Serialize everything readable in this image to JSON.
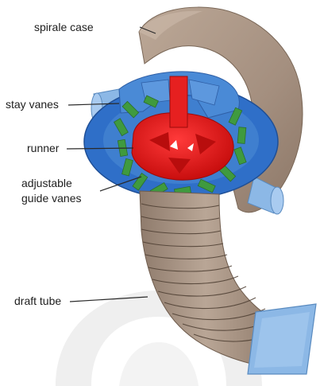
{
  "labels": {
    "spirale_case": "spirale case",
    "stay_vanes": "stay vanes",
    "runner": "runner",
    "guide_vanes_line1": "adjustable",
    "guide_vanes_line2": "guide vanes",
    "draft_tube": "draft tube"
  },
  "colors": {
    "casing_tan": "#a99585",
    "stay_vanes_blue": "#3f7fcf",
    "ring_blue": "#2f6fc8",
    "pipe_light_blue": "#8cb8e6",
    "runner_red": "#e01818",
    "guide_vanes_green": "#3f9a3f",
    "watermark_gray": "#ececec",
    "leader_line": "#2a2a2a"
  }
}
